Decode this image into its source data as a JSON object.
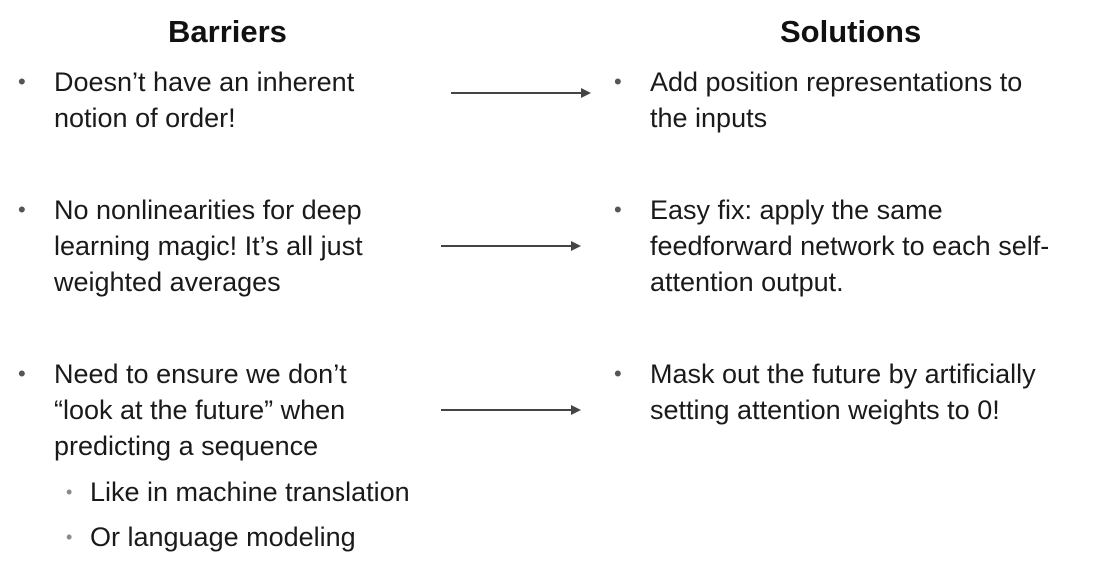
{
  "headings": {
    "barriers": "Barriers",
    "solutions": "Solutions"
  },
  "barriers": [
    {
      "lines": [
        "Doesn’t have an inherent",
        "notion of order!"
      ]
    },
    {
      "lines": [
        "No nonlinearities for deep",
        "learning magic! It’s all just",
        "weighted averages"
      ]
    },
    {
      "lines": [
        "Need to ensure we don’t",
        "“look at the future” when",
        "predicting a sequence"
      ],
      "sub": [
        "Like in machine translation",
        "Or language modeling"
      ]
    }
  ],
  "solutions": [
    {
      "lines": [
        "Add position representations to",
        "the inputs"
      ]
    },
    {
      "lines": [
        "Easy fix: apply the same",
        "feedforward network to each self-",
        "attention output."
      ]
    },
    {
      "lines": [
        "Mask out the future by artificially",
        "setting attention weights to 0!"
      ]
    }
  ],
  "colors": {
    "text": "#1a1a1a",
    "arrow": "#444444",
    "bullet": "#555555",
    "sub_bullet": "#8a8a8a"
  }
}
